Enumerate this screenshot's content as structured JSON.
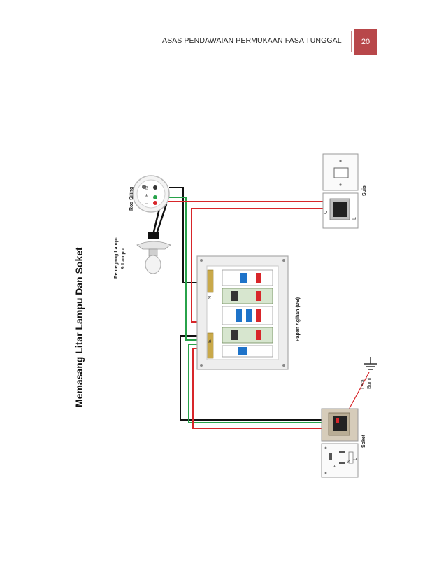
{
  "header": {
    "title": "ASAS PENDAWAIAN PERMUKAAN FASA TUNGGAL",
    "page_number": "20"
  },
  "diagram": {
    "title": "Memasang Litar Lampu Dan Soket",
    "labels": {
      "ceiling_rose": "Ros Siling",
      "lamp_holder_1": "Pemegang Lampu",
      "lamp_holder_2": "& Lampu",
      "switch": "Suis",
      "distribution_board": "Papan Agihan (DB)",
      "earth_electrode_1": "Letal",
      "earth_electrode_2": "Bumi",
      "socket": "Soket"
    },
    "terminal_letters": {
      "l": "L",
      "e": "E",
      "n": "N",
      "busbar_n": "N",
      "busbar_e": "E",
      "switch_c": "C",
      "switch_l": "L",
      "socket_e": "E",
      "socket_n": "N",
      "socket_l": "L"
    },
    "wire_colors": {
      "live": "#d8262a",
      "neutral": "#111111",
      "earth": "#27a24a"
    }
  }
}
